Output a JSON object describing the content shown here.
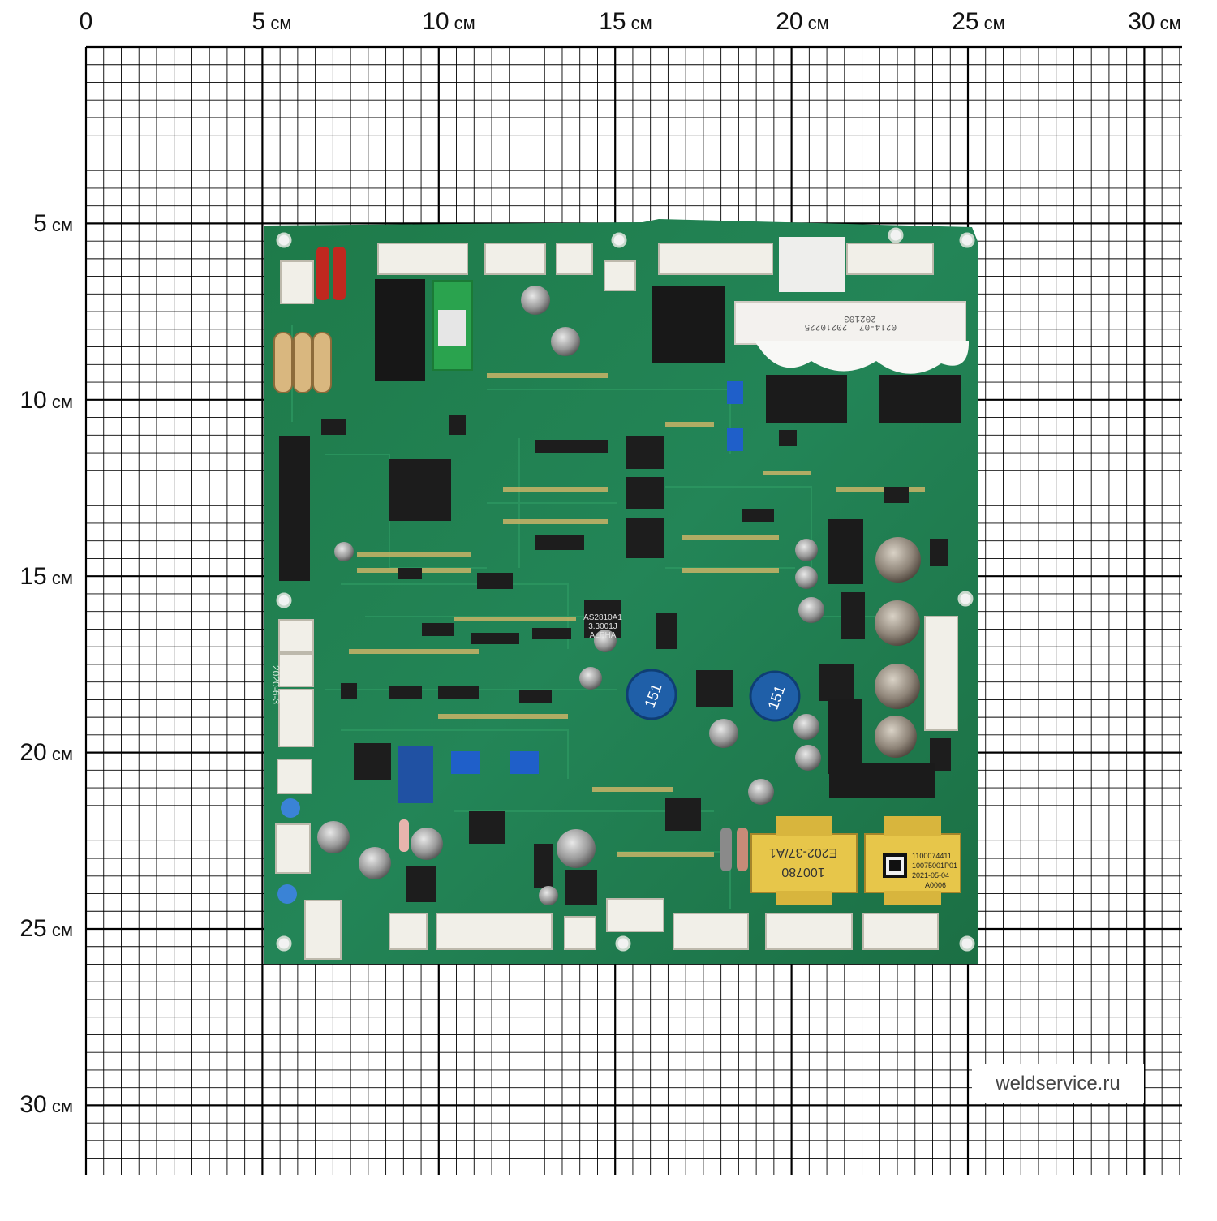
{
  "scale": {
    "unit": "см",
    "x_ticks": [
      "0",
      "5",
      "10",
      "15",
      "20",
      "25",
      "30"
    ],
    "y_ticks": [
      "5",
      "10",
      "15",
      "20",
      "25",
      "30"
    ]
  },
  "board": {
    "silk_date": "2020-6-3",
    "chip_label": [
      "AS2810A1",
      "3.3001J",
      "ALPHA"
    ],
    "inductor_label": "151",
    "heatsink_label": [
      "202103",
      "20210225",
      "0214-07"
    ],
    "transformer_left": [
      "E202-37/A1",
      "100780"
    ],
    "sticker": [
      "1100074411",
      "10075001P01",
      "2021-05-04",
      "A0006"
    ]
  },
  "watermark": "weldservice.ru",
  "colors": {
    "pcb": "#1f7a4a",
    "grid": "#000000"
  }
}
